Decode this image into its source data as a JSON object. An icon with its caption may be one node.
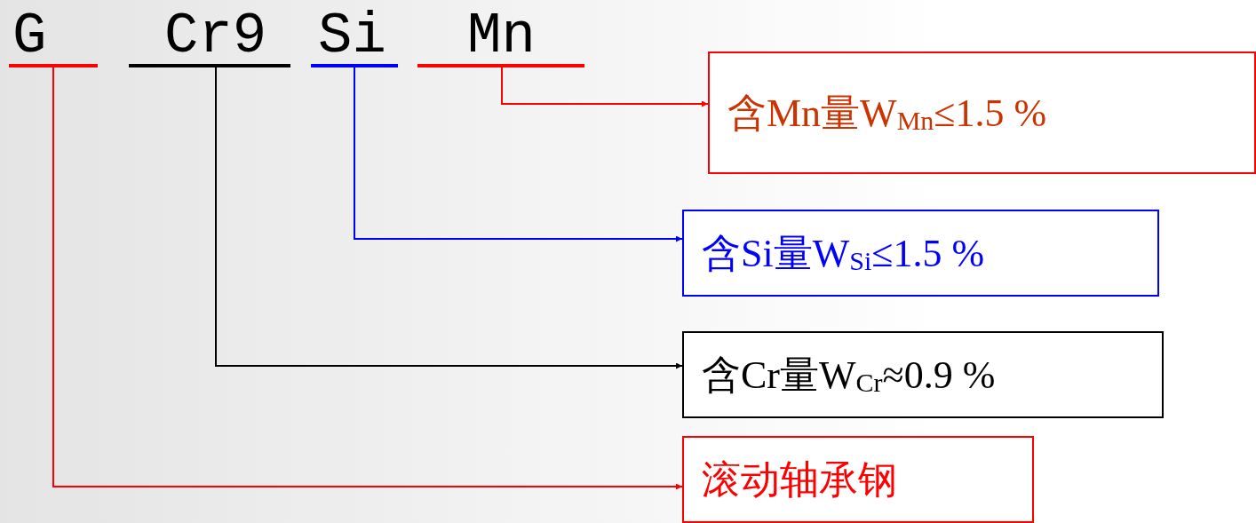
{
  "diagram": {
    "nodes": [
      {
        "text": [
          "G"
        ]
      },
      {
        "text": [
          "Cr9"
        ]
      },
      {
        "text": [
          "Si"
        ]
      },
      {
        "text": [
          "Mn"
        ]
      },
      {
        "text": [
          "含Mn量W$_{Mn}$≤1.5 %"
        ]
      },
      {
        "text": [
          "含Si量W$_{Si}$≤1.5 %"
        ]
      },
      {
        "text": [
          "含Cr量W$_{Cr}$≈0.9 %"
        ]
      },
      {
        "text": [
          "滚动轴承钢"
        ]
      }
    ],
    "edges": [
      {
        "from": 3,
        "to": 4,
        "arrow": "to",
        "color": "#ff0000"
      },
      {
        "from": 2,
        "to": 5,
        "arrow": "to",
        "color": "#0000ff"
      },
      {
        "from": 1,
        "to": 6,
        "arrow": "to",
        "color": "#000000"
      },
      {
        "from": 0,
        "to": 7,
        "arrow": "to",
        "color": "#ff0000"
      }
    ]
  }
}
